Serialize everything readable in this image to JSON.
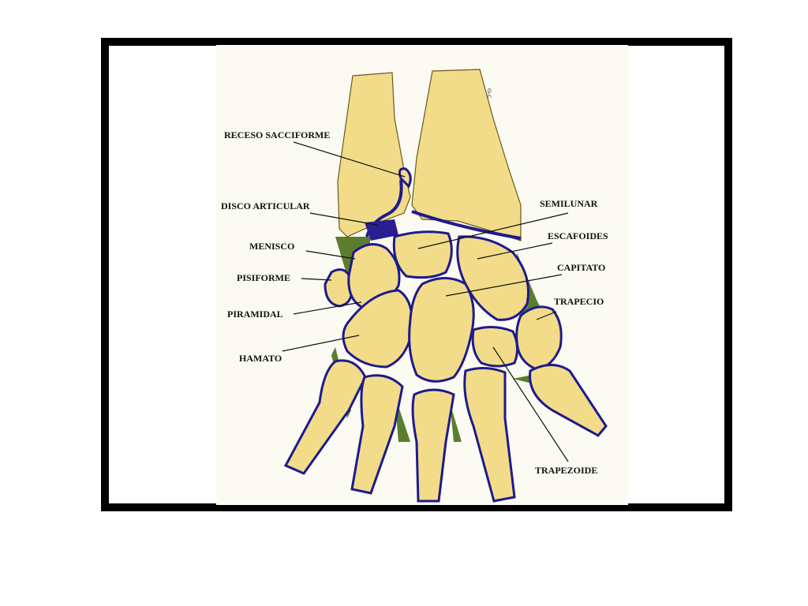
{
  "signature": "GLC",
  "labels": {
    "receso_sacciforme": "RECESO SACCIFORME",
    "disco_articular": "DISCO ARTICULAR",
    "menisco": "MENISCO",
    "pisiforme": "PISIFORME",
    "piramidal": "PIRAMIDAL",
    "hamato": "HAMATO",
    "semilunar": "SEMILUNAR",
    "escafoides": "ESCAFOIDES",
    "capitato": "CAPITATO",
    "trapecio": "TRAPECIO",
    "trapezoide": "TRAPEZOIDE"
  },
  "colors": {
    "bone": "#f2dc8a",
    "trabecula": "#d9842a",
    "cartilage": "#2a1f8f",
    "ligament": "#5b7d2e",
    "frame": "#000000"
  }
}
